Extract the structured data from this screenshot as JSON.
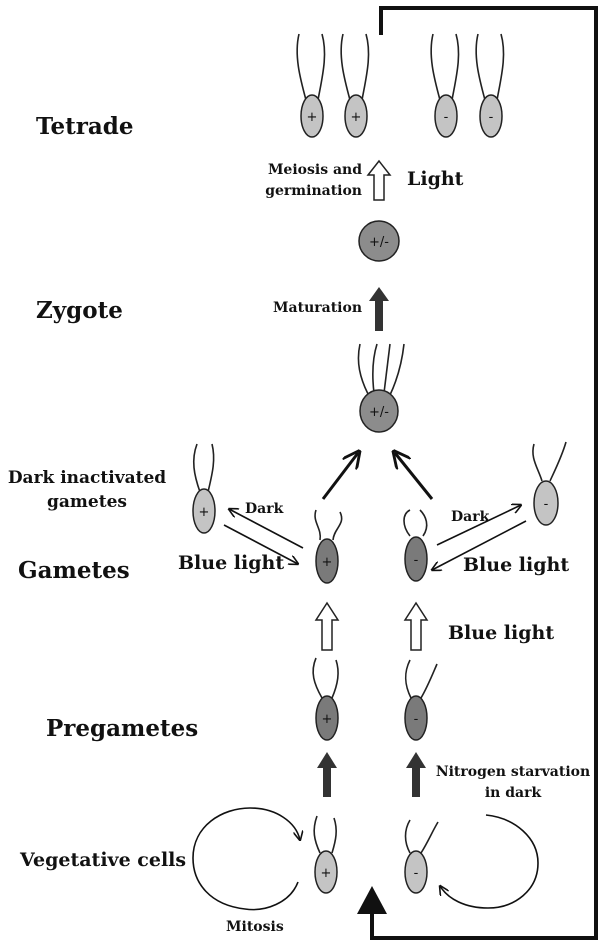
{
  "stages": {
    "tetrade": "Tetrade",
    "zygote": "Zygote",
    "gametes": "Gametes",
    "pregametes": "Pregametes",
    "vegetative": "Vegetative cells"
  },
  "labels": {
    "meiosis_line1": "Meiosis and",
    "meiosis_line2": "germination",
    "light": "Light",
    "maturation": "Maturation",
    "dark_inactivated_line1": "Dark inactivated",
    "dark_inactivated_line2": "gametes",
    "dark_left": "Dark",
    "dark_right": "Dark",
    "blue_light_left": "Blue light",
    "blue_light_right": "Blue light",
    "blue_light_center": "Blue light",
    "nitrogen_line1": "Nitrogen starvation",
    "nitrogen_line2": "in dark",
    "mitosis": "Mitosis"
  },
  "signs": {
    "plus": "+",
    "minus": "-",
    "plus_minus": "+/-"
  },
  "colors": {
    "light_cell": "#c4c4c4",
    "dark_cell": "#7a7a7a",
    "zygote_cell": "#8c8c8c",
    "solid_arrow": "#333333",
    "outline": "#222222"
  }
}
